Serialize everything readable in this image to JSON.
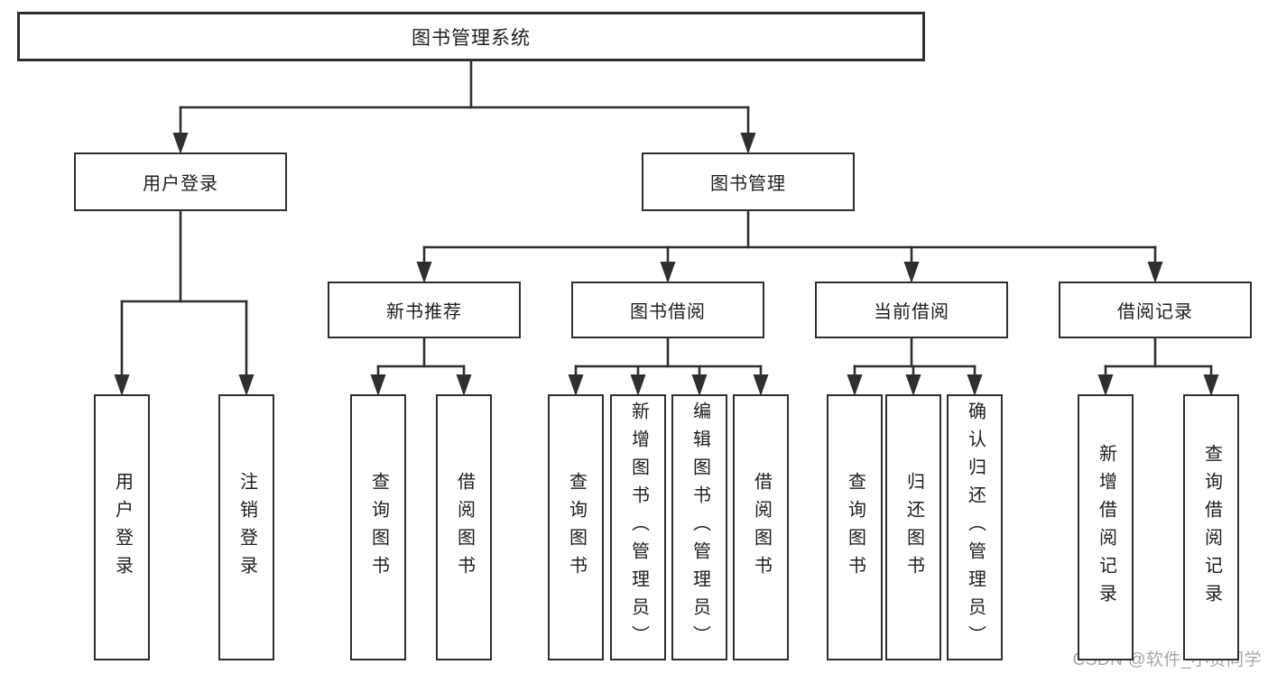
{
  "diagram": {
    "nodes": {
      "root": {
        "label": "图书管理系统",
        "children": [
          "user-login",
          "book-mgmt"
        ]
      },
      "user-login": {
        "label": "用户登录",
        "children": [
          "user-login-leaf",
          "logout-leaf"
        ]
      },
      "book-mgmt": {
        "label": "图书管理",
        "children": [
          "new-book-rec",
          "book-borrow",
          "current-borrow",
          "borrow-records"
        ]
      },
      "new-book-rec": {
        "label": "新书推荐",
        "children": [
          "query-books-1",
          "borrow-books-1"
        ]
      },
      "book-borrow": {
        "label": "图书借阅",
        "children": [
          "query-books-2",
          "add-books-admin",
          "edit-books-admin",
          "borrow-books-2"
        ]
      },
      "current-borrow": {
        "label": "当前借阅",
        "children": [
          "query-books-3",
          "return-books",
          "confirm-return-admin"
        ]
      },
      "borrow-records": {
        "label": "借阅记录",
        "children": [
          "add-borrow-record",
          "query-borrow-record"
        ]
      },
      "user-login-leaf": {
        "label": "用户登录"
      },
      "logout-leaf": {
        "label": "注销登录"
      },
      "query-books-1": {
        "label": "查询图书"
      },
      "borrow-books-1": {
        "label": "借阅图书"
      },
      "query-books-2": {
        "label": "查询图书"
      },
      "add-books-admin": {
        "label": "新增图书（管理员）"
      },
      "edit-books-admin": {
        "label": "编辑图书（管理员）"
      },
      "borrow-books-2": {
        "label": "借阅图书"
      },
      "query-books-3": {
        "label": "查询图书"
      },
      "return-books": {
        "label": "归还图书"
      },
      "confirm-return-admin": {
        "label": "确认归还（管理员）"
      },
      "add-borrow-record": {
        "label": "新增借阅记录"
      },
      "query-borrow-record": {
        "label": "查询借阅记录"
      }
    }
  },
  "watermark": {
    "text": "CSDN @软件_小贺同学"
  },
  "colors": {
    "line": "#2f2f2f",
    "text": "#1e1e1e",
    "watermark": "#a8a8a8",
    "background": "#ffffff"
  }
}
